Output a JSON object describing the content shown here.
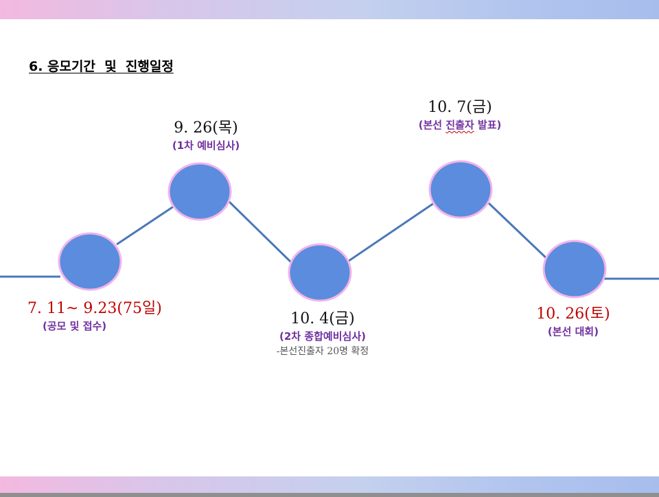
{
  "title": "6. 응모기간  및  진행일정",
  "colors": {
    "node_fill": "#5b8cde",
    "node_stroke": "#f2b4ea",
    "line": "#4a78b8",
    "date_red": "#c00000",
    "desc_purple": "#7030a0"
  },
  "milestones": [
    {
      "date": "7. 11~ 9.23(75일)",
      "desc": "(공모 및 접수)"
    },
    {
      "date": "9. 26(목)",
      "desc": "(1차 예비심사)"
    },
    {
      "date": "10. 4(금)",
      "desc": "(2차 종합예비심사)",
      "note": "-본선진출자 20명 확정"
    },
    {
      "date": "10. 7(금)",
      "desc_a": "(본선 ",
      "desc_b": "진출자",
      "desc_c": " 발표)"
    },
    {
      "date": "10. 26(토)",
      "desc": "(본선 대회)"
    }
  ]
}
